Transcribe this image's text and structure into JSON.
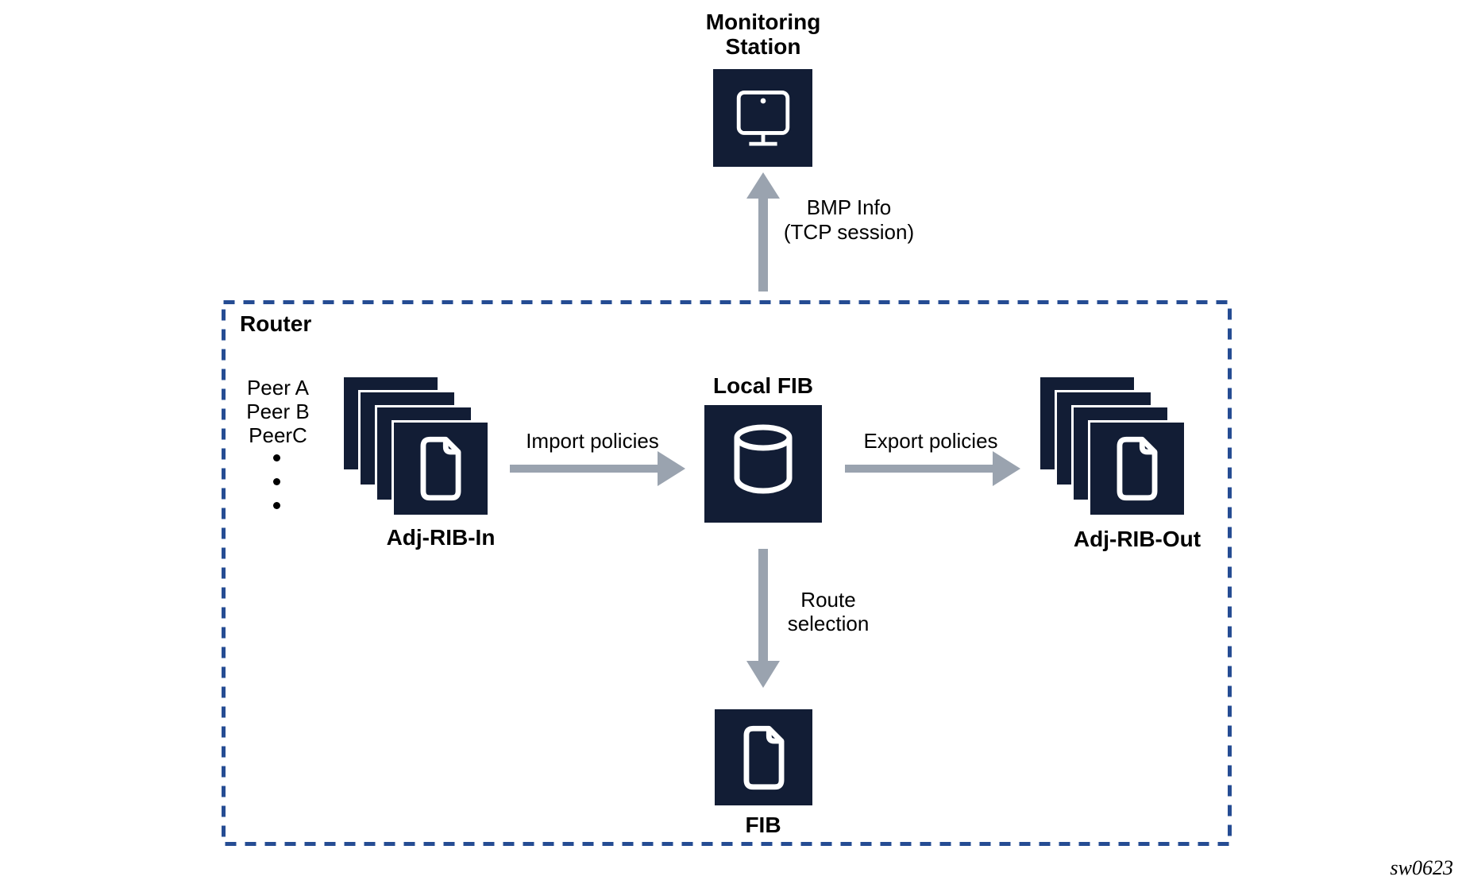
{
  "colors": {
    "node_navy": "#121D35",
    "arrow_gray": "#9AA3AF",
    "router_border_blue": "#254C93",
    "text_black": "#000000",
    "background_white": "#FFFFFF"
  },
  "monitoring_station": {
    "title_line1": "Monitoring",
    "title_line2": "Station",
    "icon": "monitor-icon"
  },
  "bmp_link": {
    "line1": "BMP Info",
    "line2": "(TCP session)",
    "icon": "arrow-up-icon"
  },
  "router": {
    "title": "Router",
    "peers": [
      "Peer A",
      "Peer B",
      "PeerC"
    ],
    "adj_rib_in_label": "Adj-RIB-In",
    "adj_rib_in_icon": "document-stack-icon",
    "import_arrow_label": "Import policies",
    "local_fib_label": "Local FIB",
    "local_fib_icon": "database-cylinder-icon",
    "export_arrow_label": "Export policies",
    "adj_rib_out_label": "Adj-RIB-Out",
    "adj_rib_out_icon": "document-stack-icon",
    "route_selection_line1": "Route",
    "route_selection_line2": "selection",
    "fib_label": "FIB",
    "fib_icon": "document-icon"
  },
  "watermark": "sw0623"
}
